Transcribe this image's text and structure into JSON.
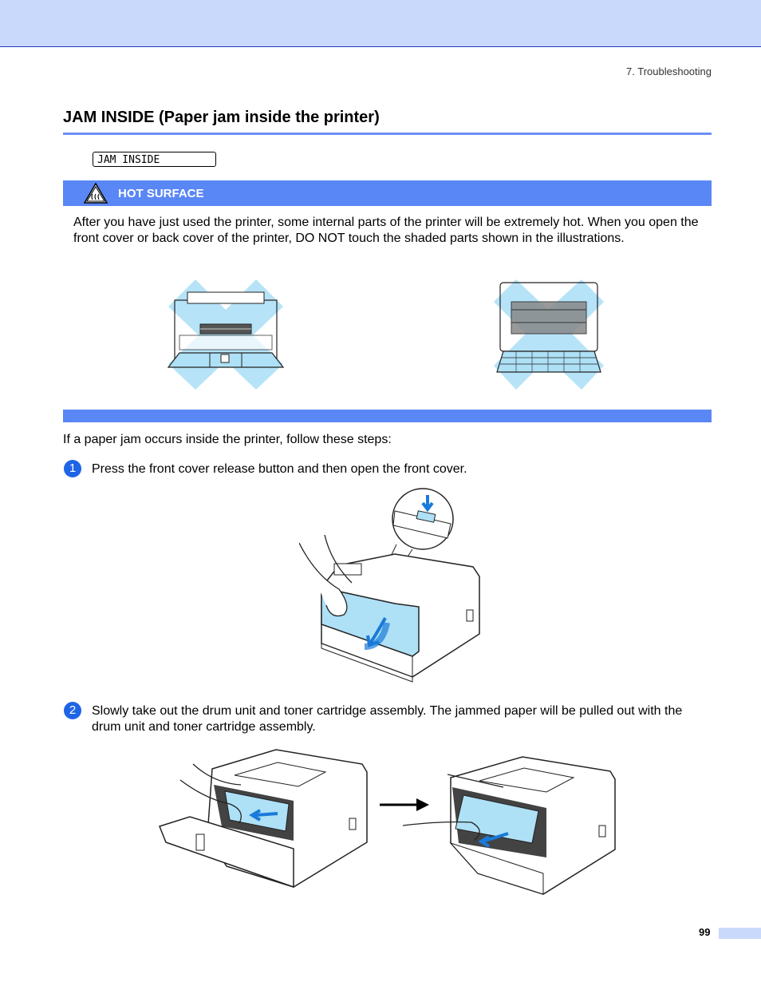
{
  "header": {
    "chapter": "7. Troubleshooting"
  },
  "section": {
    "title": "JAM INSIDE (Paper jam inside the printer)"
  },
  "lcd": {
    "message": "JAM INSIDE"
  },
  "warning": {
    "label": "HOT SURFACE",
    "icon": "hot-surface-warning-icon",
    "text": "After you have just used the printer, some internal parts of the printer will be extremely hot. When you open the front cover or back cover of the printer, DO NOT touch the shaded parts shown in the illustrations."
  },
  "intro": "If a paper jam occurs inside the printer, follow these steps:",
  "steps": [
    {
      "number": "1",
      "text": "Press the front cover release button and then open the front cover."
    },
    {
      "number": "2",
      "text": "Slowly take out the drum unit and toner cartridge assembly. The jammed paper will be pulled out with the drum unit and toner cartridge assembly."
    }
  ],
  "footer": {
    "page_number": "99"
  },
  "colors": {
    "accent": "#5a87f6",
    "header_band": "#c9d9fb",
    "step_badge": "#1e64e6",
    "hot_shade": "#aee0f6"
  }
}
